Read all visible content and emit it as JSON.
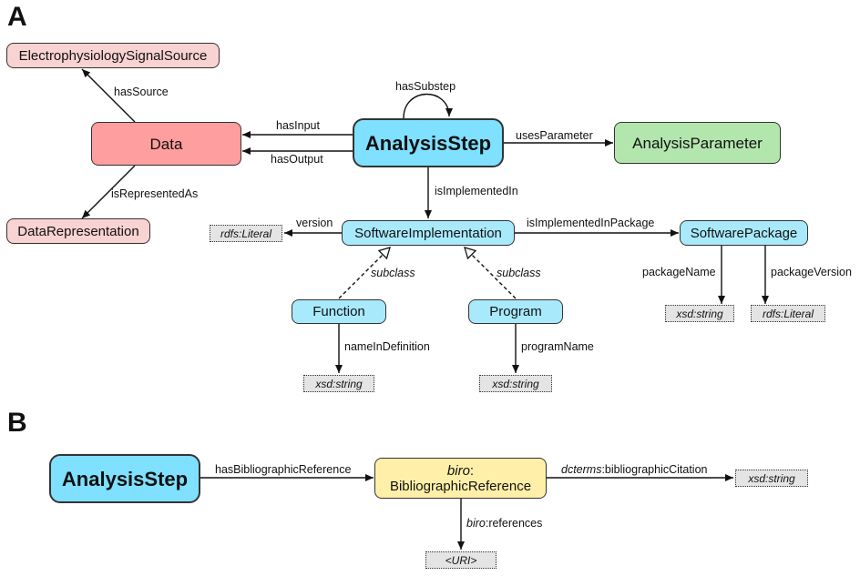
{
  "panels": {
    "a": "A",
    "b": "B"
  },
  "nodes": {
    "electrophysiology_signal_source": "ElectrophysiologySignalSource",
    "data": "Data",
    "data_representation": "DataRepresentation",
    "analysis_step": "AnalysisStep",
    "analysis_parameter": "AnalysisParameter",
    "software_implementation": "SoftwareImplementation",
    "software_package": "SoftwarePackage",
    "function": "Function",
    "program": "Program",
    "analysis_step_b": "AnalysisStep",
    "bib_prefix": "biro",
    "bib_suffix": ":",
    "bib_name": "BibliographicReference"
  },
  "literals": {
    "version_literal": "rdfs:Literal",
    "package_name_literal": "xsd:string",
    "package_version_literal": "rdfs:Literal",
    "name_in_definition_literal": "xsd:string",
    "program_name_literal": "xsd:string",
    "citation_literal": "xsd:string",
    "uri_literal": "<URI>"
  },
  "edges": {
    "has_source": "hasSource",
    "is_represented_as": "isRepresentedAs",
    "has_input": "hasInput",
    "has_output": "hasOutput",
    "has_substep": "hasSubstep",
    "uses_parameter": "usesParameter",
    "is_implemented_in": "isImplementedIn",
    "version": "version",
    "is_implemented_in_package": "isImplementedInPackage",
    "package_name": "packageName",
    "package_version": "packageVersion",
    "subclass_left": "subclass",
    "subclass_right": "subclass",
    "name_in_definition": "nameInDefinition",
    "program_name": "programName",
    "has_bibliographic_reference": "hasBibliographicReference",
    "citation_prefix": "dcterms",
    "citation_suffix": ":bibliographicCitation",
    "references_prefix": "biro",
    "references_suffix": ":references"
  },
  "colors": {
    "pink": "#f9d2d2",
    "red": "#ff9e9e",
    "blue": "#a8eafc",
    "blue_strong": "#7fe0ff",
    "green": "#b2e6ad",
    "yellow": "#ffefa8",
    "literal_grey": "#e4e4e4"
  }
}
